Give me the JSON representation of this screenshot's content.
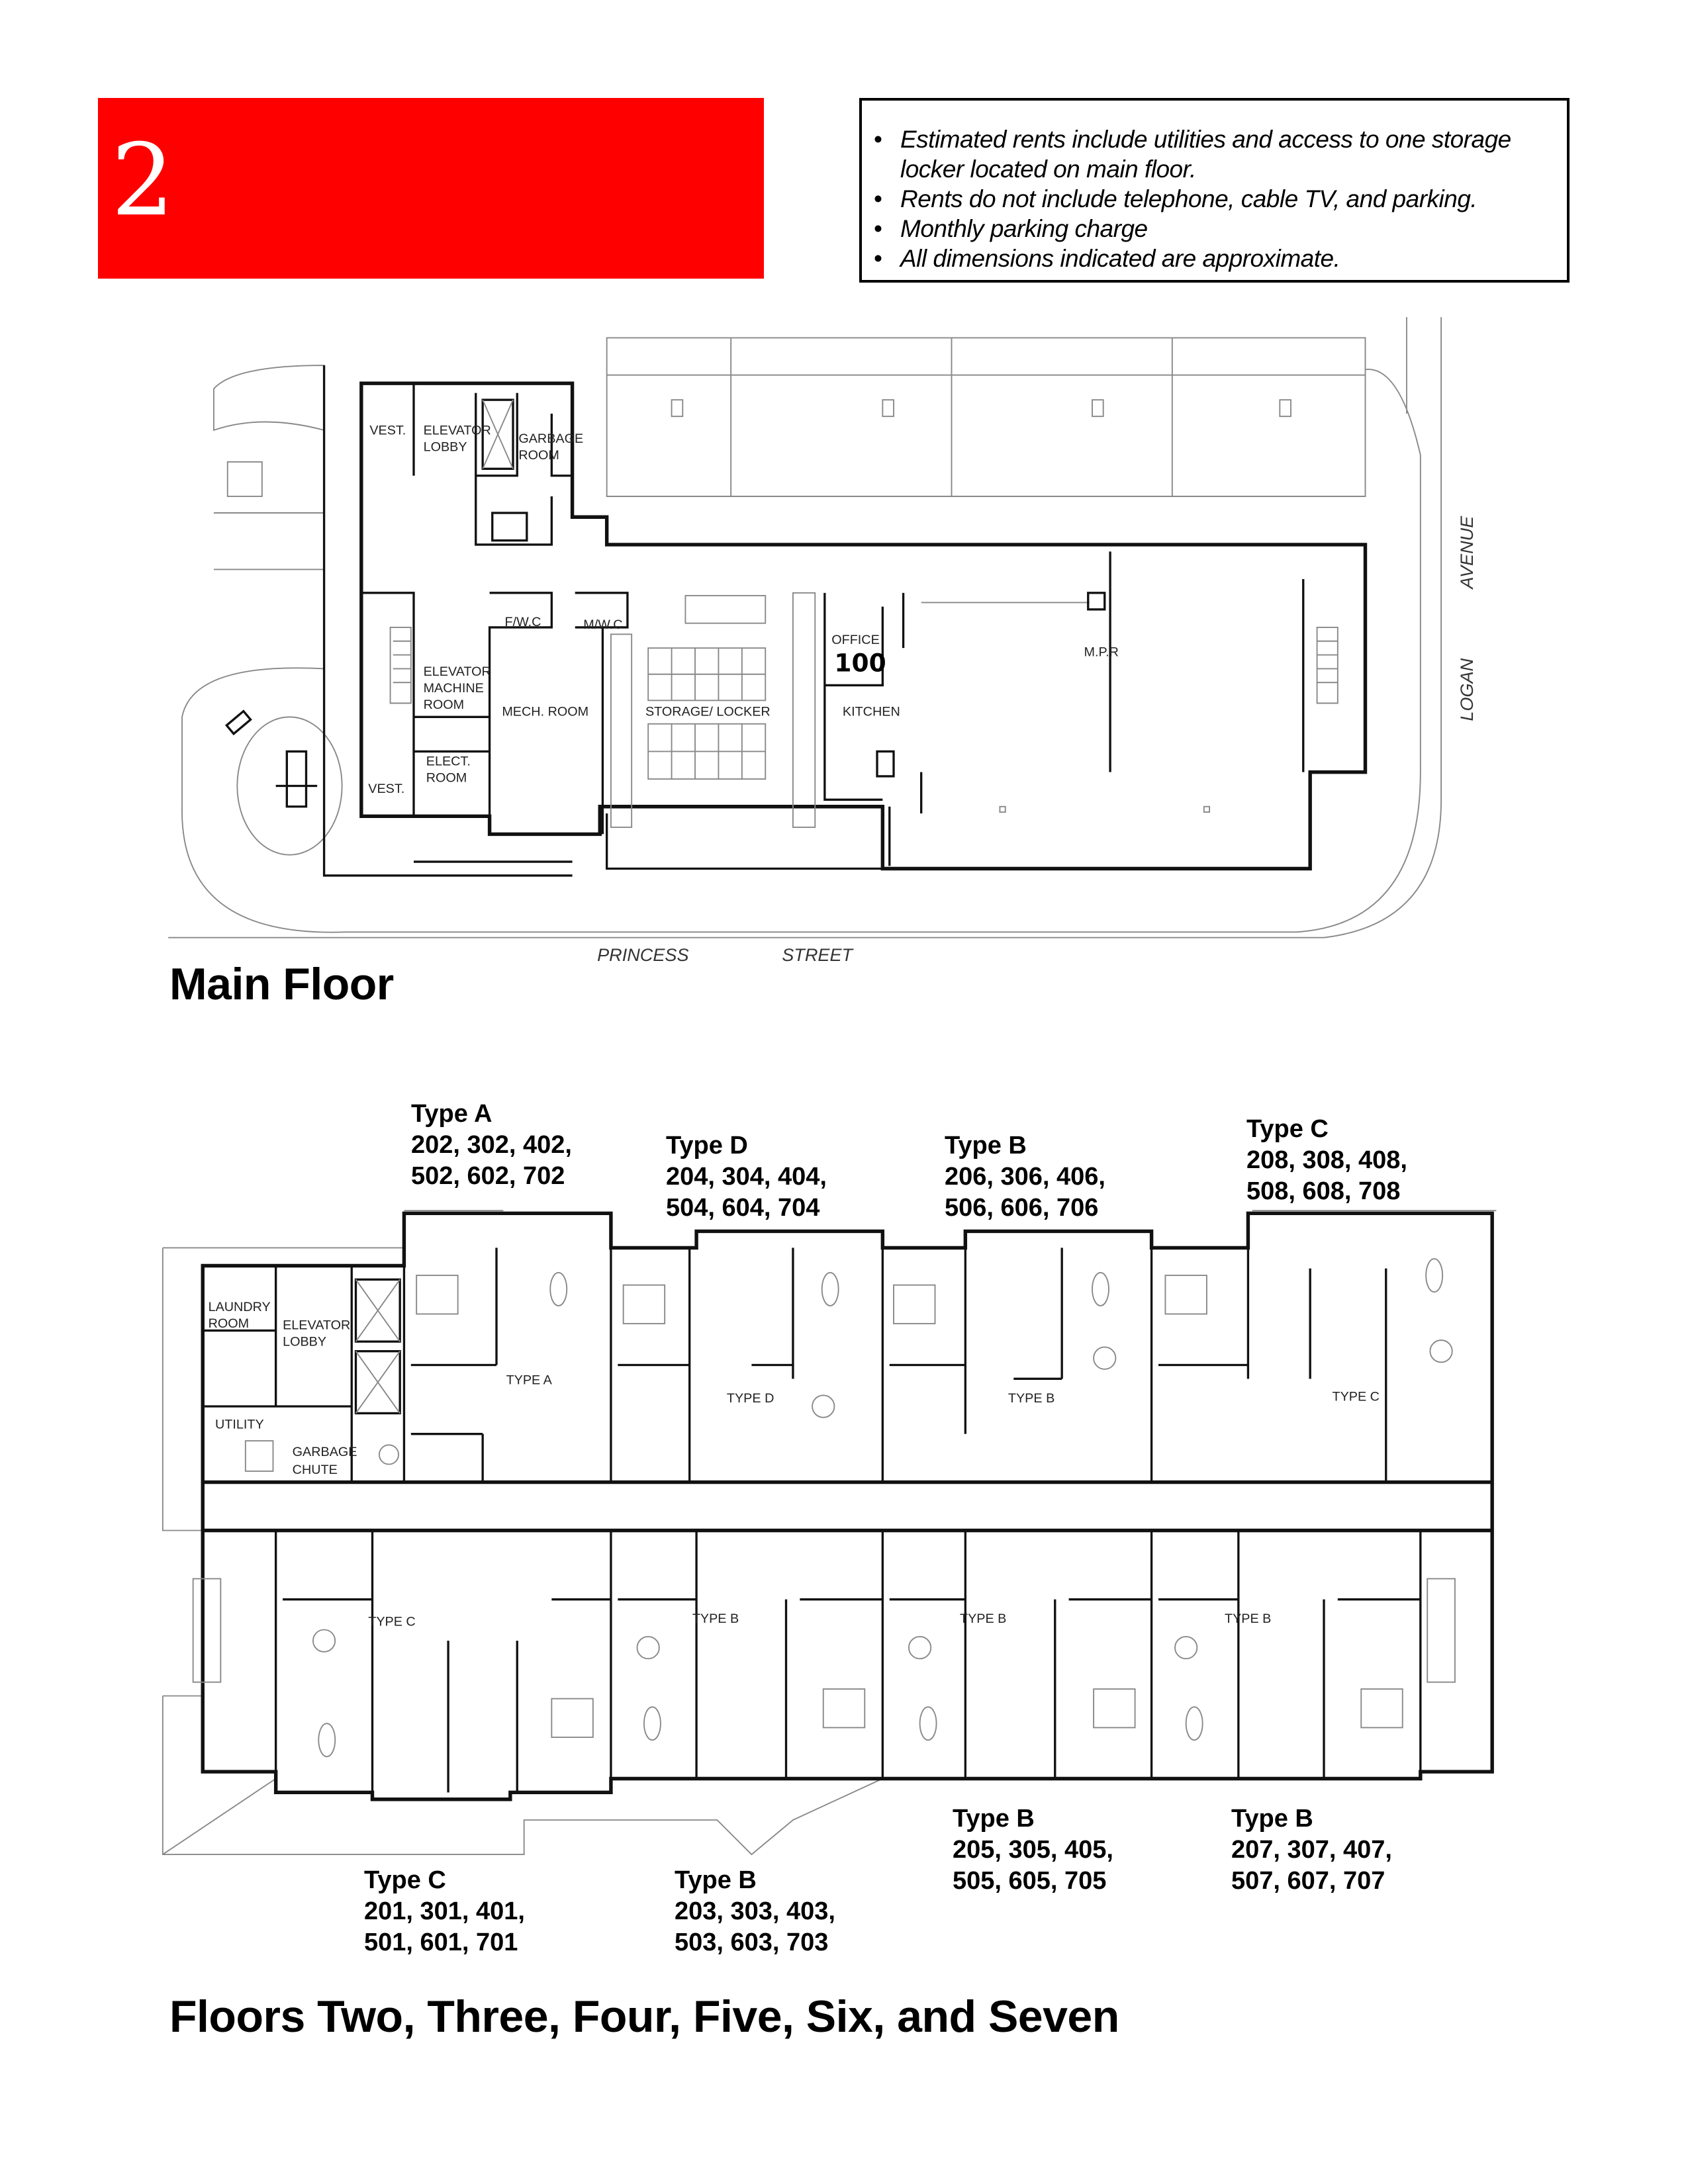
{
  "header": {
    "page_number": "2",
    "accent_color": "#ff0000"
  },
  "notes": [
    "Estimated rents include utilities and access to one storage locker located on main floor.",
    "Rents do not include telephone, cable TV, and parking.",
    "Monthly parking charge",
    "All dimensions indicated are approximate."
  ],
  "main_floor": {
    "title": "Main Floor",
    "rooms": {
      "vest_top": "VEST.",
      "elevator_lobby_1": "ELEVATOR",
      "elevator_lobby_2": "LOBBY",
      "garbage_1": "GARBAGE",
      "garbage_2": "ROOM",
      "fwc": "F/W.C",
      "mwc": "M/W.C",
      "office": "OFFICE",
      "office_number": "100",
      "emr_1": "ELEVATOR",
      "emr_2": "MACHINE",
      "emr_3": "ROOM",
      "mech": "MECH. ROOM",
      "storage": "STORAGE/ LOCKER",
      "kitchen": "KITCHEN",
      "mpr": "M.P.R",
      "elect_1": "ELECT.",
      "elect_2": "ROOM",
      "vest_bottom": "VEST."
    },
    "streets": {
      "avenue": "AVENUE",
      "logan": "LOGAN",
      "princess": "PRINCESS",
      "street": "STREET"
    }
  },
  "upper_floors": {
    "title": "Floors Two, Three, Four, Five, Six, and Seven",
    "rooms": {
      "laundry_1": "LAUNDRY",
      "laundry_2": "ROOM",
      "elev_1": "ELEVATOR",
      "elev_2": "LOBBY",
      "utility": "UTILITY",
      "chute_1": "GARBAGE",
      "chute_2": "CHUTE"
    },
    "plan_labels": [
      "TYPE A",
      "TYPE D",
      "TYPE B",
      "TYPE C",
      "TYPE C",
      "TYPE B",
      "TYPE B",
      "TYPE B"
    ],
    "unit_groups": [
      {
        "type": "Type A",
        "line1": "202, 302, 402,",
        "line2": "502, 602, 702"
      },
      {
        "type": "Type D",
        "line1": "204, 304, 404,",
        "line2": "504, 604, 704"
      },
      {
        "type": "Type B",
        "line1": "206, 306, 406,",
        "line2": "506, 606, 706"
      },
      {
        "type": "Type C",
        "line1": "208, 308, 408,",
        "line2": "508, 608, 708"
      },
      {
        "type": "Type C",
        "line1": "201, 301, 401,",
        "line2": "501, 601, 701"
      },
      {
        "type": "Type B",
        "line1": "203, 303, 403,",
        "line2": "503, 603, 703"
      },
      {
        "type": "Type B",
        "line1": "205, 305, 405,",
        "line2": "505, 605, 705"
      },
      {
        "type": "Type B",
        "line1": "207, 307, 407,",
        "line2": "507, 607, 707"
      }
    ]
  }
}
